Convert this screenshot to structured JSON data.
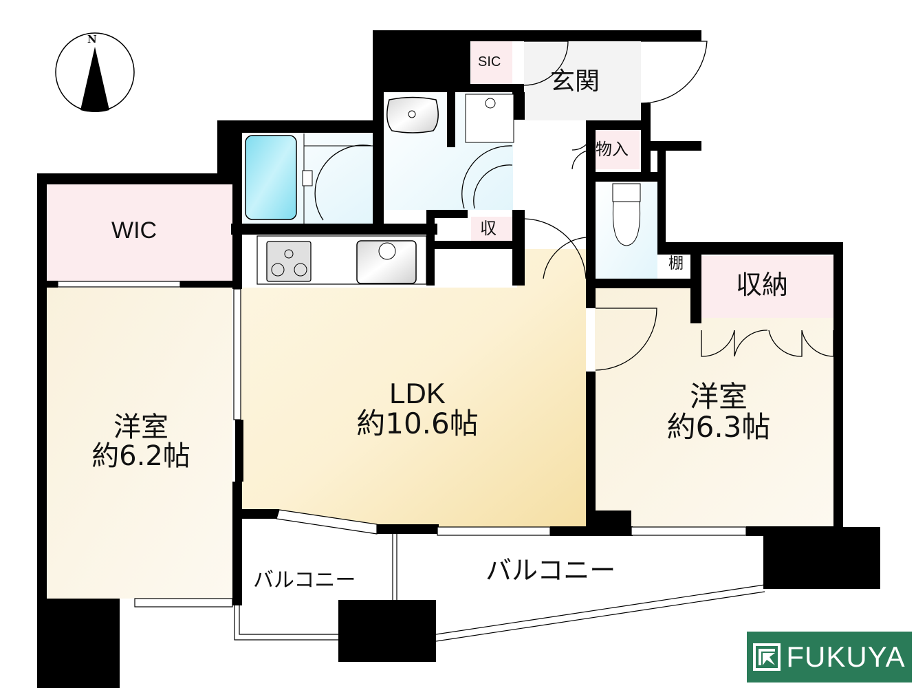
{
  "compass": {
    "label": "N"
  },
  "rooms": {
    "wic": {
      "label": "WIC"
    },
    "sic": {
      "label": "SIC"
    },
    "genkan": {
      "label": "玄関"
    },
    "monoire": {
      "label": "物入"
    },
    "shu": {
      "label": "収"
    },
    "tana": {
      "label": "棚"
    },
    "shuno": {
      "label": "収納"
    },
    "ldk": {
      "name": "LDK",
      "size": "約10.6帖"
    },
    "western_left": {
      "name": "洋室",
      "size": "約6.2帖"
    },
    "western_right": {
      "name": "洋室",
      "size": "約6.3帖"
    },
    "balcony_small": {
      "label": "バルコニー"
    },
    "balcony_large": {
      "label": "バルコニー"
    }
  },
  "brand": {
    "name": "FUKUYA",
    "color": "#2a7b58"
  },
  "colors": {
    "wall": "#000000",
    "ldk_floor": "#f8e7b8",
    "western_floor": "#fbf5e6",
    "storage_floor": "#fcecee",
    "wet_area": "#e6f6fb",
    "bath_tub": "#8fe2f2"
  }
}
